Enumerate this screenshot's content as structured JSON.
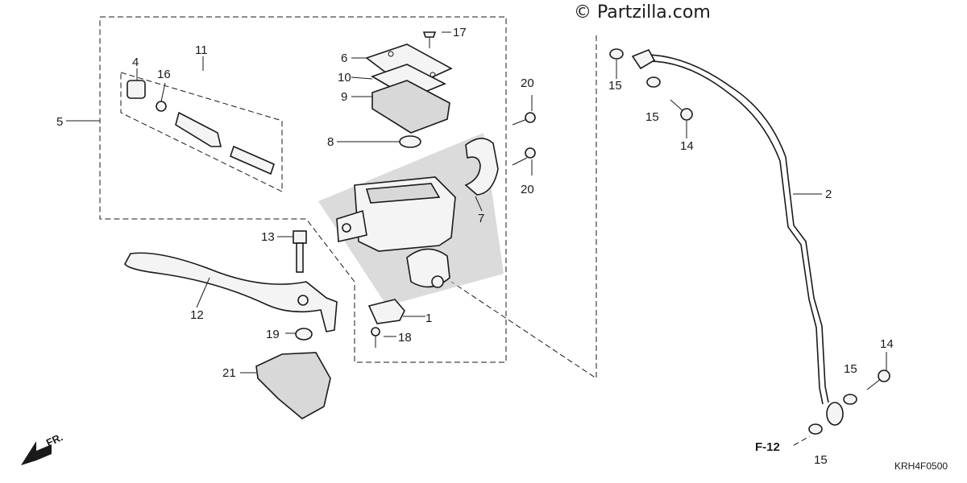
{
  "watermark": "© Partzilla.com",
  "diagram_code": "KRH4F0500",
  "direction_label": "FR.",
  "reference_label": "F-12",
  "callouts": {
    "c1": "1",
    "c2": "2",
    "c4": "4",
    "c5": "5",
    "c6": "6",
    "c7": "7",
    "c8": "8",
    "c9": "9",
    "c10": "10",
    "c11": "11",
    "c12": "12",
    "c13": "13",
    "c14a": "14",
    "c14b": "14",
    "c15a": "15",
    "c15b": "15",
    "c15c": "15",
    "c15d": "15",
    "c16": "16",
    "c17": "17",
    "c18": "18",
    "c19": "19",
    "c20a": "20",
    "c20b": "20",
    "c21": "21"
  }
}
